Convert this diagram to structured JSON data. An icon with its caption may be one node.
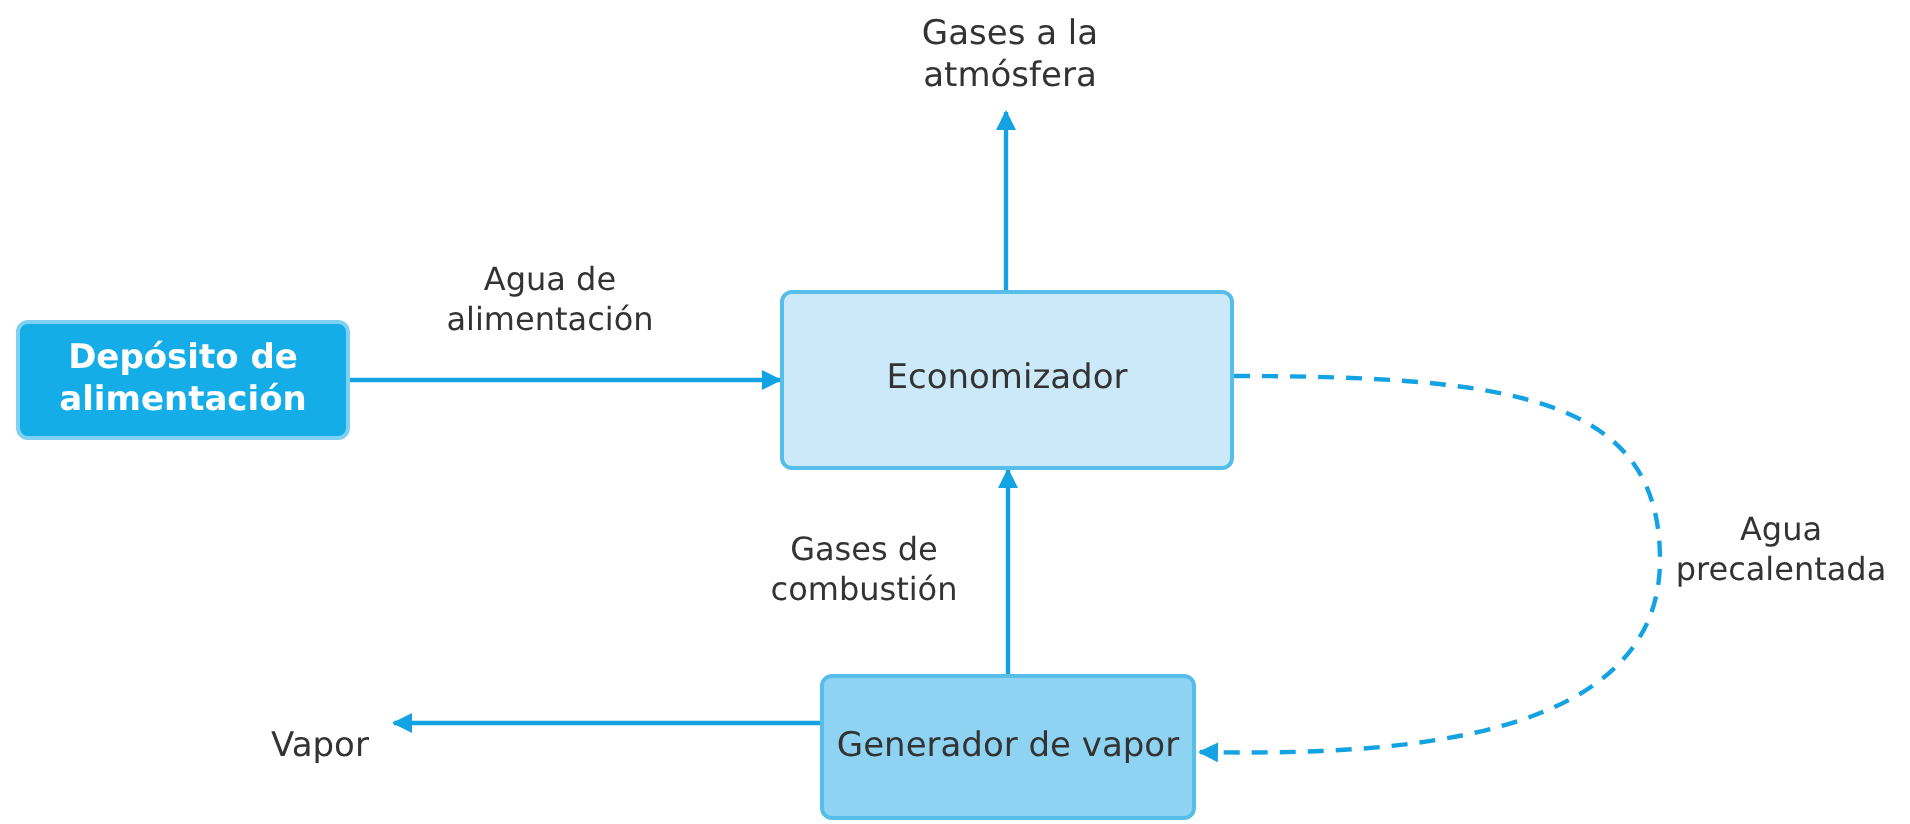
{
  "diagram": {
    "nodes": [
      {
        "text": [
          "Depósito de alimentación"
        ]
      },
      {
        "text": [
          "Economizador"
        ]
      },
      {
        "text": [
          "Generador de vapor"
        ]
      },
      {
        "text": [
          "Gases a la atmósfera"
        ]
      },
      {
        "text": [
          "Vapor"
        ]
      }
    ],
    "edges": [
      {
        "from": 0,
        "to": 1,
        "arrow": "to",
        "label": "Agua de alimentación"
      },
      {
        "from": 1,
        "to": 3,
        "arrow": "to"
      },
      {
        "from": 2,
        "to": 1,
        "arrow": "to",
        "label": "Gases de combustión"
      },
      {
        "from": 1,
        "to": 2,
        "arrow": "to",
        "label": "Agua precalentada",
        "style": "dashed"
      },
      {
        "from": 2,
        "to": 4,
        "arrow": "to"
      }
    ]
  }
}
